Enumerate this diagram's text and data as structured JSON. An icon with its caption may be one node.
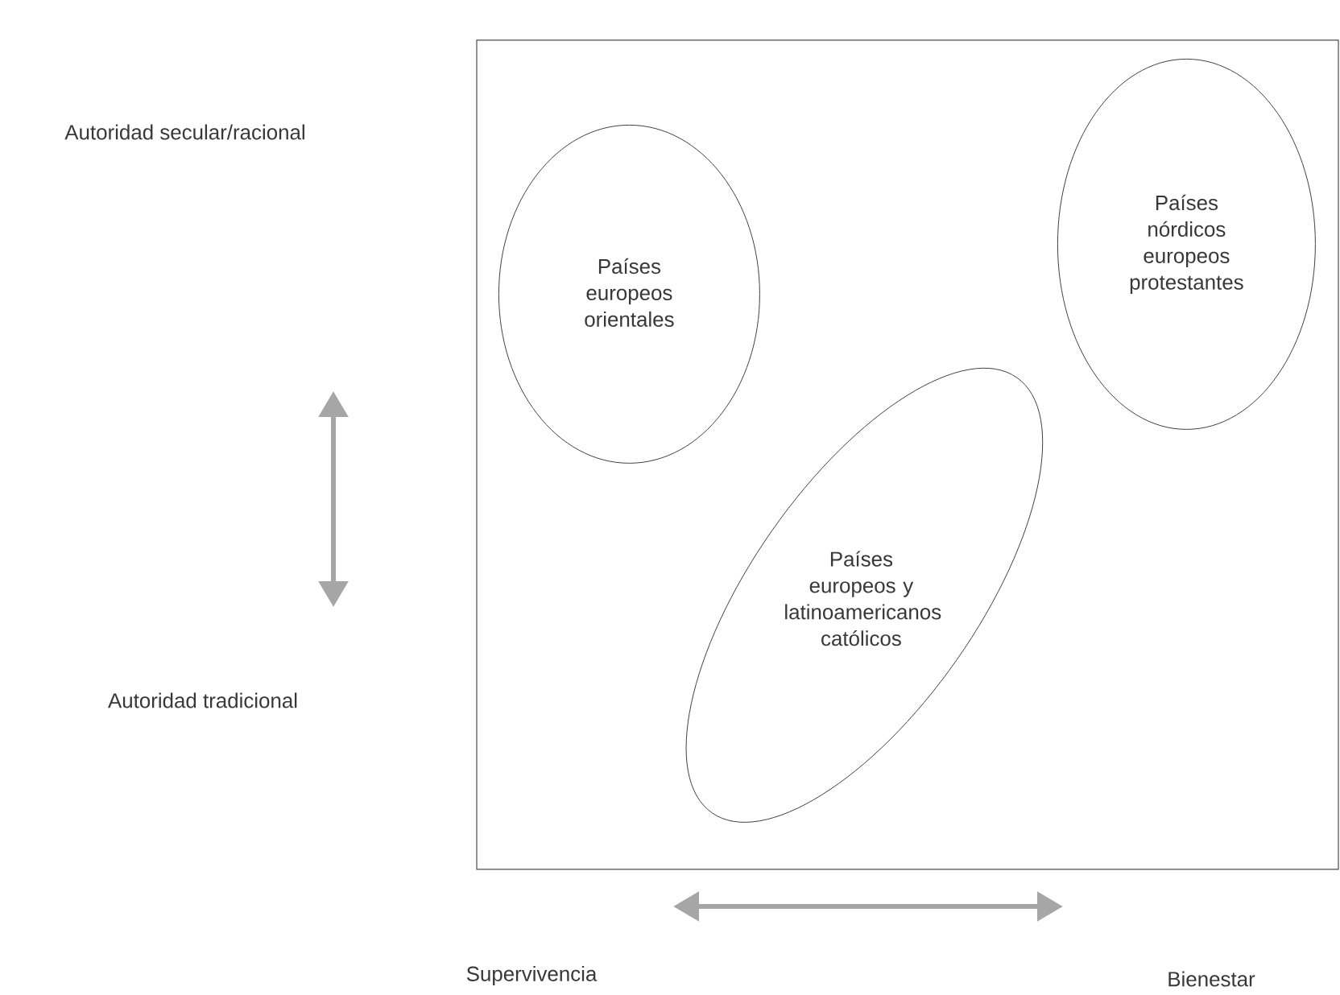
{
  "diagram": {
    "nodes": [
      {
        "text": [],
        "shape": "box"
      },
      {
        "text": [
          "Países europeos orientales"
        ],
        "in": 0
      },
      {
        "text": [
          "Países nórdicos europeos protestantes"
        ],
        "in": 0
      },
      {
        "text": [
          "Países europeos y latinoamericanos católicos"
        ],
        "in": 0
      }
    ],
    "labels": [
      "Autoridad secular/racional",
      "Autoridad tradicional",
      "Supervivencia",
      "Bienestar"
    ]
  }
}
